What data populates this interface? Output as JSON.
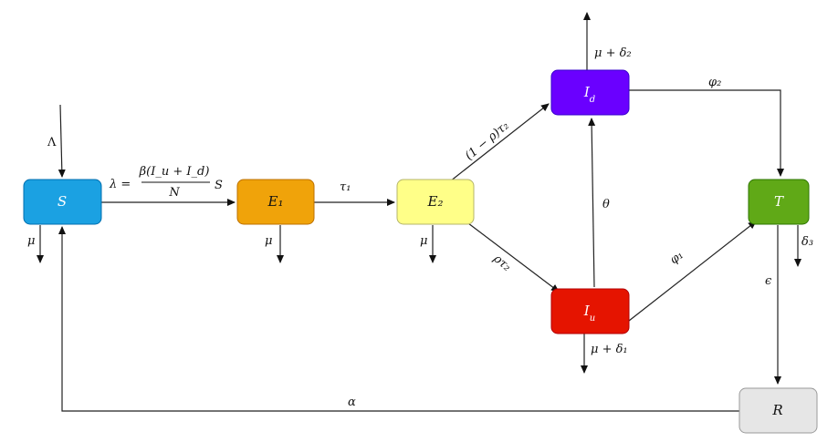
{
  "nodes": {
    "S": {
      "label": "S",
      "color": "#1ba1e2"
    },
    "E1": {
      "label": "E₁",
      "color": "#f0a30a"
    },
    "E2": {
      "label": "E₂",
      "color": "#ffff88"
    },
    "Id": {
      "label": "I_d",
      "color": "#6a00ff"
    },
    "Iu": {
      "label": "I_u",
      "color": "#e51400"
    },
    "T": {
      "label": "T",
      "color": "#60a917"
    },
    "R": {
      "label": "R",
      "color": "#e6e6e6"
    }
  },
  "edges": {
    "lambda_in": "Λ",
    "force_of_infection_lhs": "λ =",
    "force_of_infection_num": "β(I_u + I_d)",
    "force_of_infection_den": "N",
    "force_of_infection_rhs": "S",
    "tau1": "τ₁",
    "one_minus_rho_tau2": "(1 − ρ)τ₂",
    "rho_tau2": "ρτ₂",
    "theta": "θ",
    "phi1": "φ₁",
    "phi2": "φ₂",
    "epsilon": "ϵ",
    "alpha": "α",
    "mu_S": "μ",
    "mu_E1": "μ",
    "mu_E2": "μ",
    "mu_delta2": "μ + δ₂",
    "mu_delta1": "μ + δ₁",
    "delta3": "δ₃"
  }
}
